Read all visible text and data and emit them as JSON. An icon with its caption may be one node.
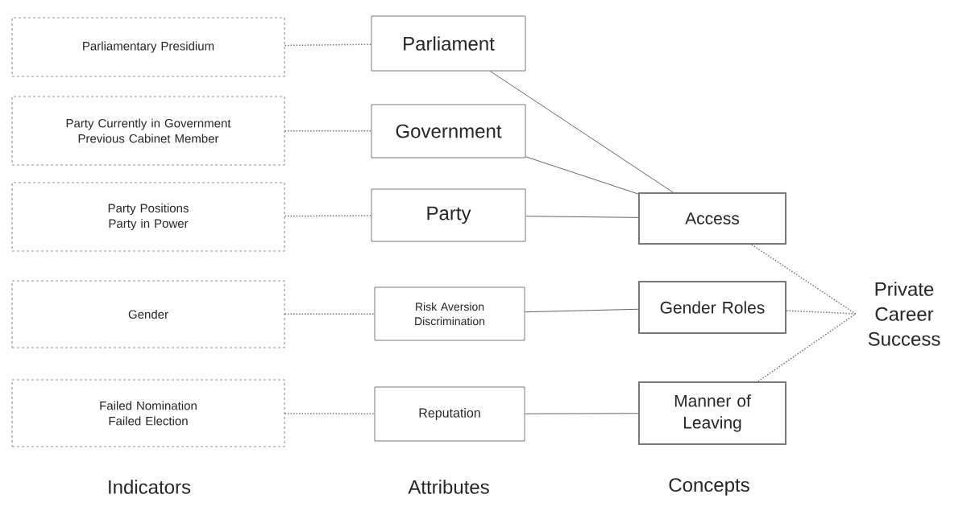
{
  "diagram": {
    "nodes": [
      {
        "text": [
          "Parliamentary Presidium"
        ]
      },
      {
        "text": [
          "Party Currently in Government",
          "Previous Cabinet Member"
        ]
      },
      {
        "text": [
          "Party Positions",
          "Party in Power"
        ]
      },
      {
        "text": [
          "Gender"
        ]
      },
      {
        "text": [
          "Failed Nomination",
          "Failed Election"
        ]
      },
      {
        "text": [
          "Parliament"
        ]
      },
      {
        "text": [
          "Government"
        ]
      },
      {
        "text": [
          "Party"
        ]
      },
      {
        "text": [
          "Risk Aversion",
          "Discrimination"
        ]
      },
      {
        "text": [
          "Reputation"
        ]
      },
      {
        "text": [
          "Access"
        ]
      },
      {
        "text": [
          "Gender Roles"
        ]
      },
      {
        "text": [
          "Manner of Leaving"
        ]
      },
      {
        "text": [
          "Private Career Success"
        ]
      }
    ],
    "edges": [
      {
        "from": 0,
        "to": 5,
        "arrow": "none",
        "style": "dashed"
      },
      {
        "from": 1,
        "to": 6,
        "arrow": "none",
        "style": "dashed"
      },
      {
        "from": 2,
        "to": 7,
        "arrow": "none",
        "style": "dashed"
      },
      {
        "from": 3,
        "to": 8,
        "arrow": "none",
        "style": "dashed"
      },
      {
        "from": 4,
        "to": 9,
        "arrow": "none",
        "style": "dashed"
      },
      {
        "from": 5,
        "to": 10,
        "arrow": "none"
      },
      {
        "from": 6,
        "to": 10,
        "arrow": "none"
      },
      {
        "from": 7,
        "to": 10,
        "arrow": "none"
      },
      {
        "from": 8,
        "to": 11,
        "arrow": "none"
      },
      {
        "from": 9,
        "to": 12,
        "arrow": "none"
      },
      {
        "from": 10,
        "to": 13,
        "arrow": "none",
        "style": "dashed"
      },
      {
        "from": 11,
        "to": 13,
        "arrow": "none",
        "style": "dashed"
      },
      {
        "from": 12,
        "to": 13,
        "arrow": "none",
        "style": "dashed"
      }
    ],
    "labels": [
      "Indicators",
      "Attributes",
      "Concepts"
    ]
  }
}
